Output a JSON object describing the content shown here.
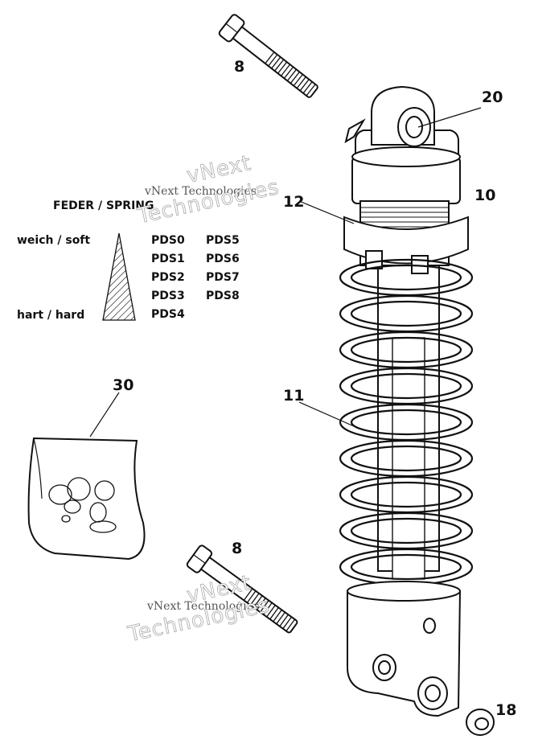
{
  "parts": {
    "bolt_top": "8",
    "bolt_bottom": "8",
    "eye": "20",
    "shock": "10",
    "spring_seat": "12",
    "spring": "11",
    "bag": "30",
    "bushing": "18"
  },
  "legend": {
    "title": "FEDER / SPRING",
    "soft": "weich / soft",
    "hard": "hart / hard",
    "col1": [
      "PDS0",
      "PDS1",
      "PDS2",
      "PDS3",
      "PDS4"
    ],
    "col2": [
      "PDS5",
      "PDS6",
      "PDS7",
      "PDS8"
    ]
  },
  "watermark": {
    "line1": "vNext",
    "line2": "vNext Technologies",
    "line3": "Technologies"
  }
}
